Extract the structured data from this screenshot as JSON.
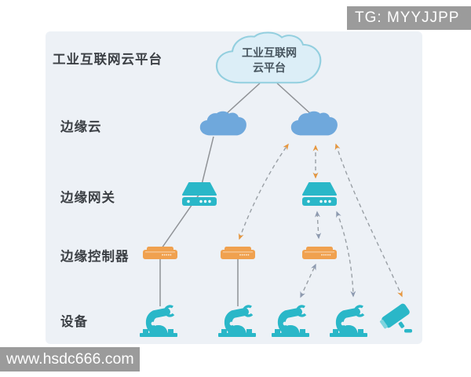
{
  "watermarks": {
    "top_right": "TG: MYYJJPP",
    "bottom_left": "www.hsdc666.com"
  },
  "layers": [
    {
      "label": "工业互联网云平台"
    },
    {
      "label": "边缘云"
    },
    {
      "label": "边缘网关"
    },
    {
      "label": "边缘控制器"
    },
    {
      "label": "设备"
    }
  ],
  "cloud": {
    "line1": "工业互联网",
    "line2": "云平台"
  },
  "nodes": {
    "platform_cloud": "工业互联网云平台",
    "edge_cloud_count": 2,
    "edge_gateway_count": 2,
    "edge_controller_count": 3,
    "robot_arm_count": 4,
    "camera_count": 1
  },
  "colors": {
    "panel_bg": "#edf1f6",
    "platform_cloud_fill": "#dceef7",
    "platform_cloud_stroke": "#93cfdf",
    "edge_cloud_fill": "#6fa8dc",
    "gateway_fill": "#2ab7c8",
    "controller_fill": "#f0a14f",
    "device_fill": "#2ab7c8",
    "solid_line": "#8f9296",
    "dashed_line": "#9aa0a6",
    "arrow_orange": "#e6973f",
    "arrow_slate": "#8d9ab0",
    "watermark_bg": "#9b9b9b",
    "label_text": "#3b3f44"
  }
}
